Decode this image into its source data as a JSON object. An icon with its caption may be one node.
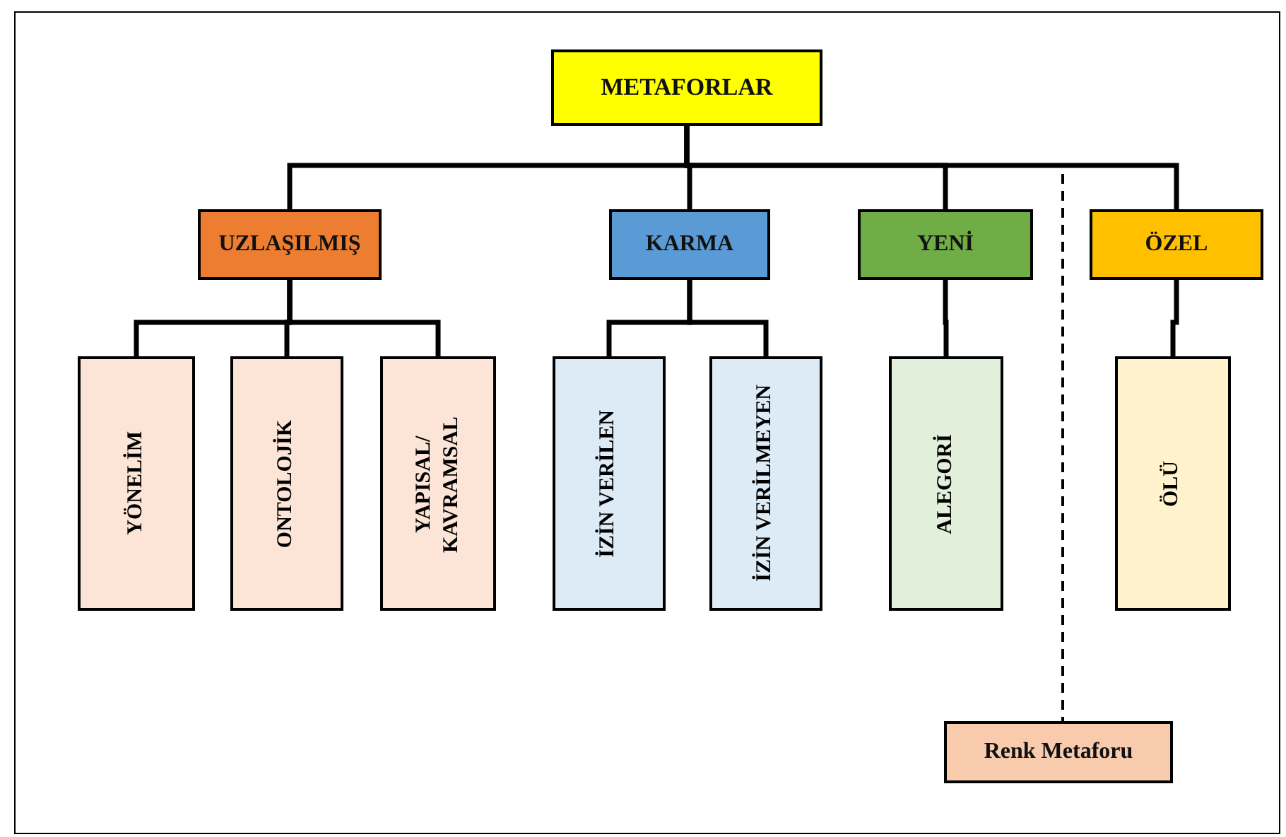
{
  "diagram": {
    "nodes": [
      {
        "text": [
          "METAFORLAR"
        ]
      },
      {
        "text": [
          "UZLAŞILMIŞ"
        ]
      },
      {
        "text": [
          "KARMA"
        ]
      },
      {
        "text": [
          "YENİ"
        ]
      },
      {
        "text": [
          "ÖZEL"
        ]
      },
      {
        "text": [
          "YÖNELİM"
        ]
      },
      {
        "text": [
          "ONTOLOJİK"
        ]
      },
      {
        "text": [
          "YAPISAL/ KAVRAMSAL"
        ]
      },
      {
        "text": [
          "İZİN VERİLEN"
        ]
      },
      {
        "text": [
          "İZİN VERİLMEYEN"
        ]
      },
      {
        "text": [
          "ALEGORİ"
        ]
      },
      {
        "text": [
          "ÖLÜ"
        ]
      },
      {
        "text": [
          "Renk Metaforu"
        ]
      }
    ],
    "edges": [
      {
        "from": 0,
        "to": 1,
        "arrow": "none"
      },
      {
        "from": 0,
        "to": 2,
        "arrow": "none"
      },
      {
        "from": 0,
        "to": 3,
        "arrow": "none"
      },
      {
        "from": 0,
        "to": 4,
        "arrow": "none"
      },
      {
        "from": 1,
        "to": 5,
        "arrow": "none"
      },
      {
        "from": 1,
        "to": 6,
        "arrow": "none"
      },
      {
        "from": 1,
        "to": 7,
        "arrow": "none"
      },
      {
        "from": 2,
        "to": 8,
        "arrow": "none"
      },
      {
        "from": 2,
        "to": 9,
        "arrow": "none"
      },
      {
        "from": 3,
        "to": 10,
        "arrow": "none"
      },
      {
        "from": 4,
        "to": 11,
        "arrow": "none"
      },
      {
        "from": 0,
        "to": 12,
        "arrow": "none",
        "style": "dashed"
      }
    ]
  }
}
